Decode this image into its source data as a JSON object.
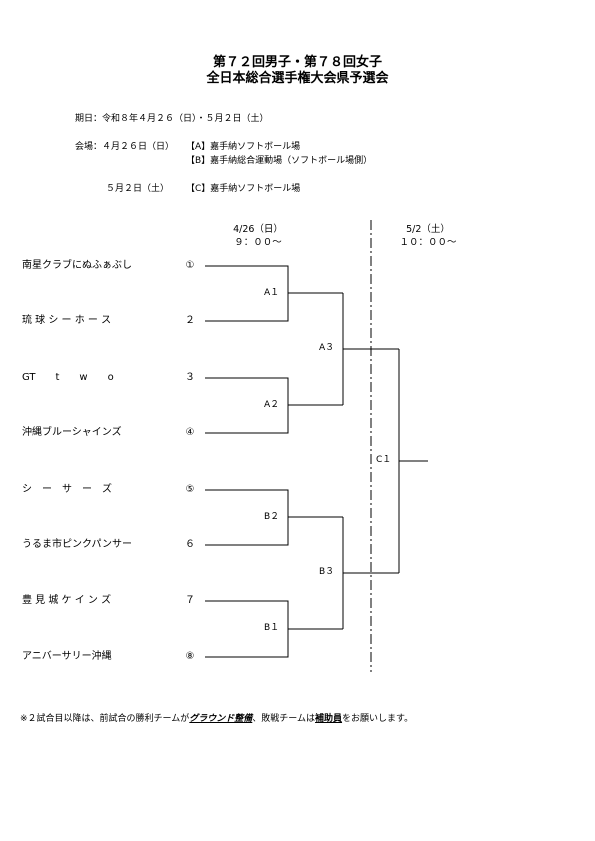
{
  "header": {
    "title_line1": "第７２回男子・第７８回女子",
    "title_line2": "全日本総合選手権大会県予選会"
  },
  "schedule": {
    "date_label": "期日：",
    "date_value": "令和８年４月２６（日）・５月２日（土）",
    "venue_label": "会場：",
    "venue_day1": "４月２６日（日）",
    "venue_a": "【A】嘉手納ソフトボール場",
    "venue_b": "【B】嘉手納総合運動場（ソフトボール場側）",
    "venue_day2": "５月２日（土）",
    "venue_c": "【C】嘉手納ソフトボール場"
  },
  "columns": {
    "day1_date": "4/26（日）",
    "day1_time": "９：００～",
    "day2_date": "5/2（土）",
    "day2_time": "１０：００～"
  },
  "teams": [
    {
      "name": "南星クラブにぬふぁぶし",
      "seed": "①"
    },
    {
      "name": "琉 球 シ ー ホ ー ス",
      "seed": "２"
    },
    {
      "name": "GT　　t　　w　　o",
      "seed": "３"
    },
    {
      "name": "沖縄ブルーシャインズ",
      "seed": "④"
    },
    {
      "name": "シ　ー　サ　ー　ズ",
      "seed": "⑤"
    },
    {
      "name": "うるま市ピンクパンサー",
      "seed": "６"
    },
    {
      "name": "豊 見 城 ケ イ ン ズ",
      "seed": "７"
    },
    {
      "name": "アニバーサリー沖縄",
      "seed": "⑧"
    }
  ],
  "matches": {
    "a1": "A１",
    "a2": "A２",
    "a3": "A３",
    "b1": "B１",
    "b2": "B２",
    "b3": "B３",
    "c1": "C１"
  },
  "note": {
    "prefix": "※２試合目以降は、前試合の勝利チームが",
    "ground": "グラウンド整備",
    "middle": "、敗戦チームは",
    "assistant": "補助員",
    "suffix": "をお願いします。"
  }
}
